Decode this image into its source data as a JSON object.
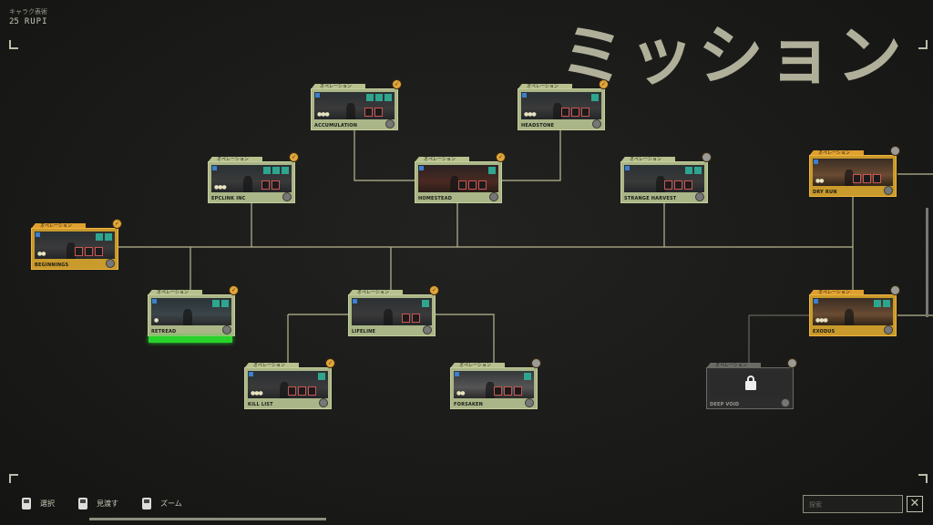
{
  "player": {
    "caption": "キャラク表術",
    "level": "25",
    "name": "RUPI"
  },
  "screen_title": "ミッション",
  "mission_tab_label": "オペレーション",
  "missions": [
    {
      "id": "accumulation",
      "label": "ACCUMULATION",
      "state": "normal",
      "badge": "gold"
    },
    {
      "id": "headstone",
      "label": "HEADSTONE",
      "state": "normal",
      "badge": "gold"
    },
    {
      "id": "epclink",
      "label": "EPCLINK INC",
      "state": "normal",
      "badge": "gold"
    },
    {
      "id": "homestead",
      "label": "HOMESTEAD",
      "state": "normal",
      "badge": "gold"
    },
    {
      "id": "strange-harvest",
      "label": "STRANGE HARVEST",
      "state": "normal",
      "badge": "grey"
    },
    {
      "id": "dry-run",
      "label": "DRY RUN",
      "state": "orange",
      "badge": "grey"
    },
    {
      "id": "beginnings",
      "label": "BEGINNINGS",
      "state": "orange",
      "badge": "gold"
    },
    {
      "id": "retread",
      "label": "RETREAD",
      "state": "normal",
      "badge": "gold",
      "progress": 1.0
    },
    {
      "id": "lifeline",
      "label": "LIFELINE",
      "state": "normal",
      "badge": "gold"
    },
    {
      "id": "exodus",
      "label": "EXODUS",
      "state": "orange",
      "badge": "grey"
    },
    {
      "id": "kill-list",
      "label": "KILL LIST",
      "state": "normal",
      "badge": "gold"
    },
    {
      "id": "forsaken",
      "label": "FORSAKEN",
      "state": "normal",
      "badge": "grey"
    },
    {
      "id": "locked",
      "label": "DEEP VOID",
      "state": "locked",
      "badge": "grey"
    }
  ],
  "legend": [
    {
      "label": "選択",
      "icon": "key-select-icon"
    },
    {
      "label": "見渡す",
      "icon": "key-look-icon"
    },
    {
      "label": "ズーム",
      "icon": "key-zoom-icon"
    }
  ],
  "search": {
    "placeholder": "探索",
    "close_icon": "close-icon"
  },
  "colors": {
    "card": "#aab687",
    "orange": "#c99a2c",
    "line": "#b8b894",
    "progress": "#27d32a",
    "badge": "#e2a53a"
  }
}
